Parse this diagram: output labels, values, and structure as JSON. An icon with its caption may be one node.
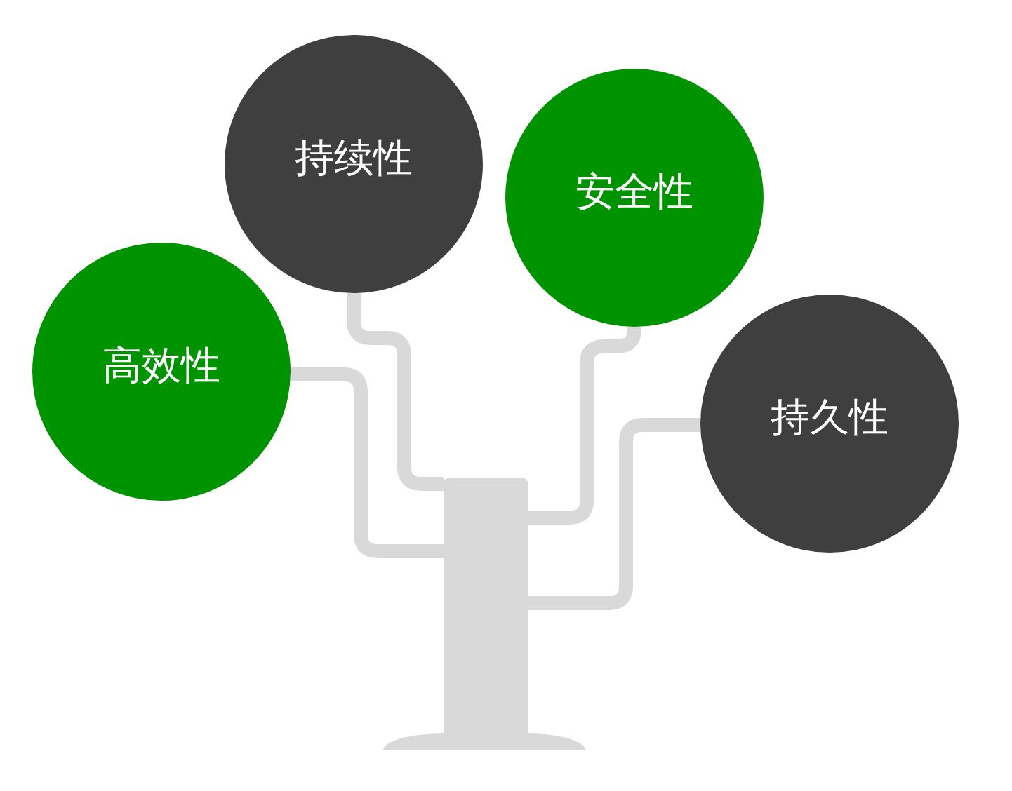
{
  "diagram": {
    "nodes": [
      {
        "text": [
          "高效性"
        ]
      },
      {
        "text": [
          "持续性"
        ]
      },
      {
        "text": [
          "安全性"
        ]
      },
      {
        "text": [
          "持久性"
        ]
      },
      {
        "text": [],
        "shape": "box"
      }
    ],
    "edges": [
      {
        "from": 4,
        "to": 0,
        "arrow": "none"
      },
      {
        "from": 4,
        "to": 1,
        "arrow": "none"
      },
      {
        "from": 4,
        "to": 2,
        "arrow": "none"
      },
      {
        "from": 4,
        "to": 3,
        "arrow": "none"
      }
    ]
  }
}
